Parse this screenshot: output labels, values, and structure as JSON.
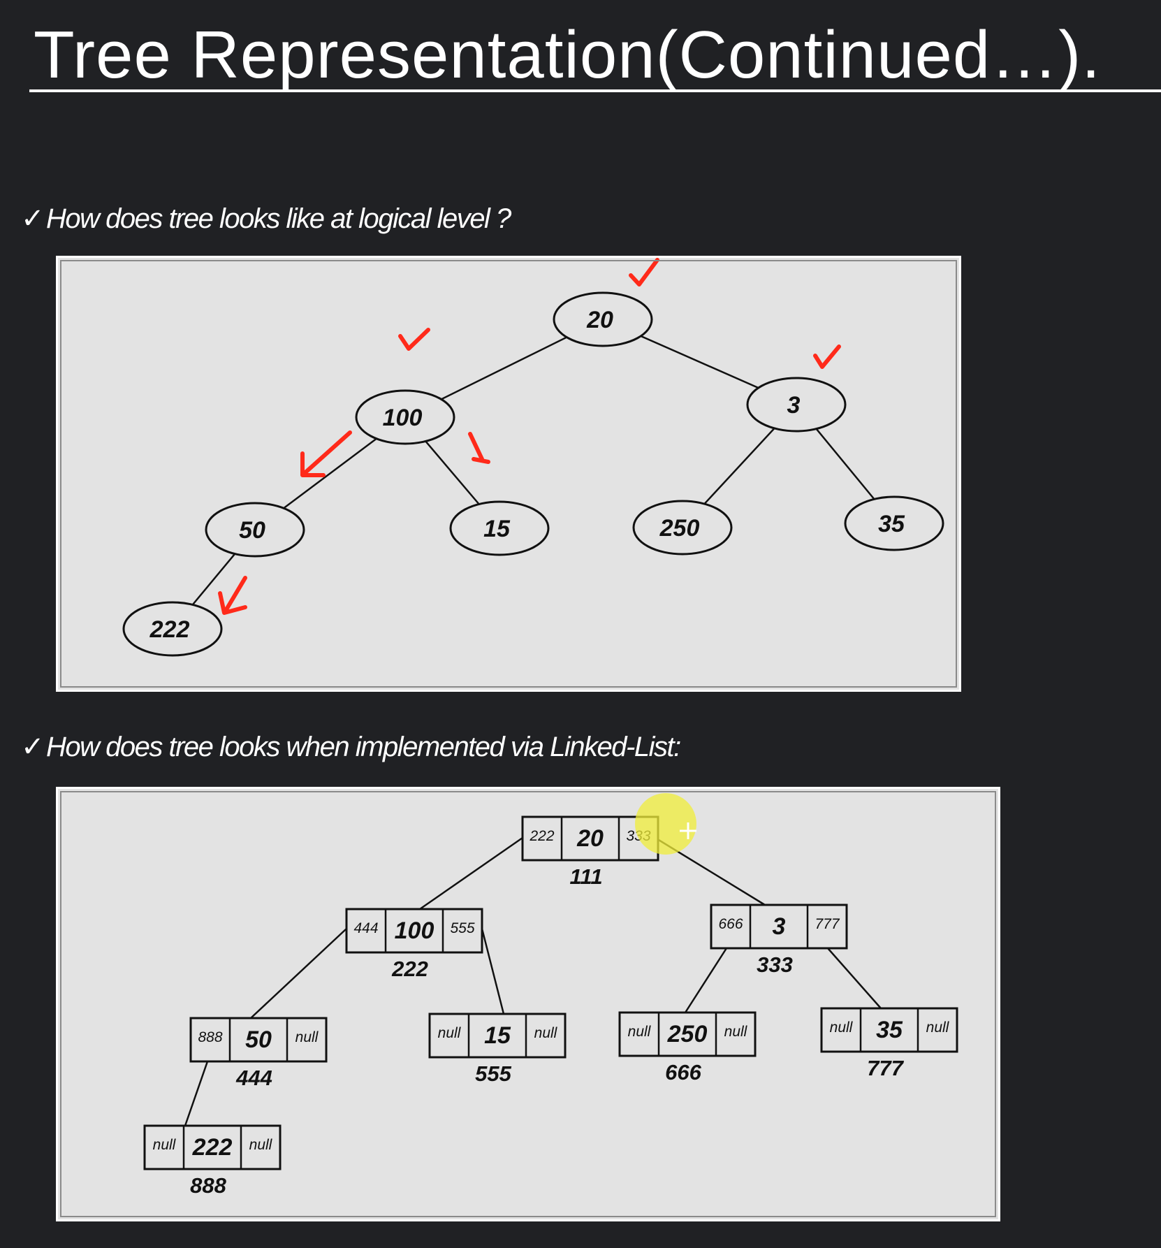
{
  "title": "Tree Representation(Continued…).",
  "bullets": {
    "logical": "How does tree looks like at logical level ?",
    "linked": "How does tree looks when implemented via Linked-List:",
    "check": "✓"
  },
  "logical_tree": {
    "nodes": [
      {
        "id": "n20",
        "label": "20"
      },
      {
        "id": "n100",
        "label": "100"
      },
      {
        "id": "n3",
        "label": "3"
      },
      {
        "id": "n50",
        "label": "50"
      },
      {
        "id": "n15",
        "label": "15"
      },
      {
        "id": "n250",
        "label": "250"
      },
      {
        "id": "n35",
        "label": "35"
      },
      {
        "id": "n222",
        "label": "222"
      }
    ],
    "edges": [
      [
        "n20",
        "n100"
      ],
      [
        "n20",
        "n3"
      ],
      [
        "n100",
        "n50"
      ],
      [
        "n100",
        "n15"
      ],
      [
        "n3",
        "n250"
      ],
      [
        "n3",
        "n35"
      ],
      [
        "n50",
        "n222"
      ]
    ],
    "annotation_color": "#ff2a1a"
  },
  "linked_tree": {
    "nodes": [
      {
        "id": "l20",
        "left": "222",
        "value": "20",
        "right": "333",
        "address": "111"
      },
      {
        "id": "l100",
        "left": "444",
        "value": "100",
        "right": "555",
        "address": "222"
      },
      {
        "id": "l3",
        "left": "666",
        "value": "3",
        "right": "777",
        "address": "333"
      },
      {
        "id": "l50",
        "left": "888",
        "value": "50",
        "right": "null",
        "address": "444"
      },
      {
        "id": "l15",
        "left": "null",
        "value": "15",
        "right": "null",
        "address": "555"
      },
      {
        "id": "l250",
        "left": "null",
        "value": "250",
        "right": "null",
        "address": "666"
      },
      {
        "id": "l35",
        "left": "null",
        "value": "35",
        "right": "null",
        "address": "777"
      },
      {
        "id": "l222",
        "left": "null",
        "value": "222",
        "right": "null",
        "address": "888"
      }
    ],
    "edges": [
      [
        "l20",
        "l100"
      ],
      [
        "l20",
        "l3"
      ],
      [
        "l100",
        "l50"
      ],
      [
        "l100",
        "l15"
      ],
      [
        "l3",
        "l250"
      ],
      [
        "l3",
        "l35"
      ],
      [
        "l50",
        "l222"
      ]
    ],
    "highlight_color": "#f0ee3a"
  }
}
